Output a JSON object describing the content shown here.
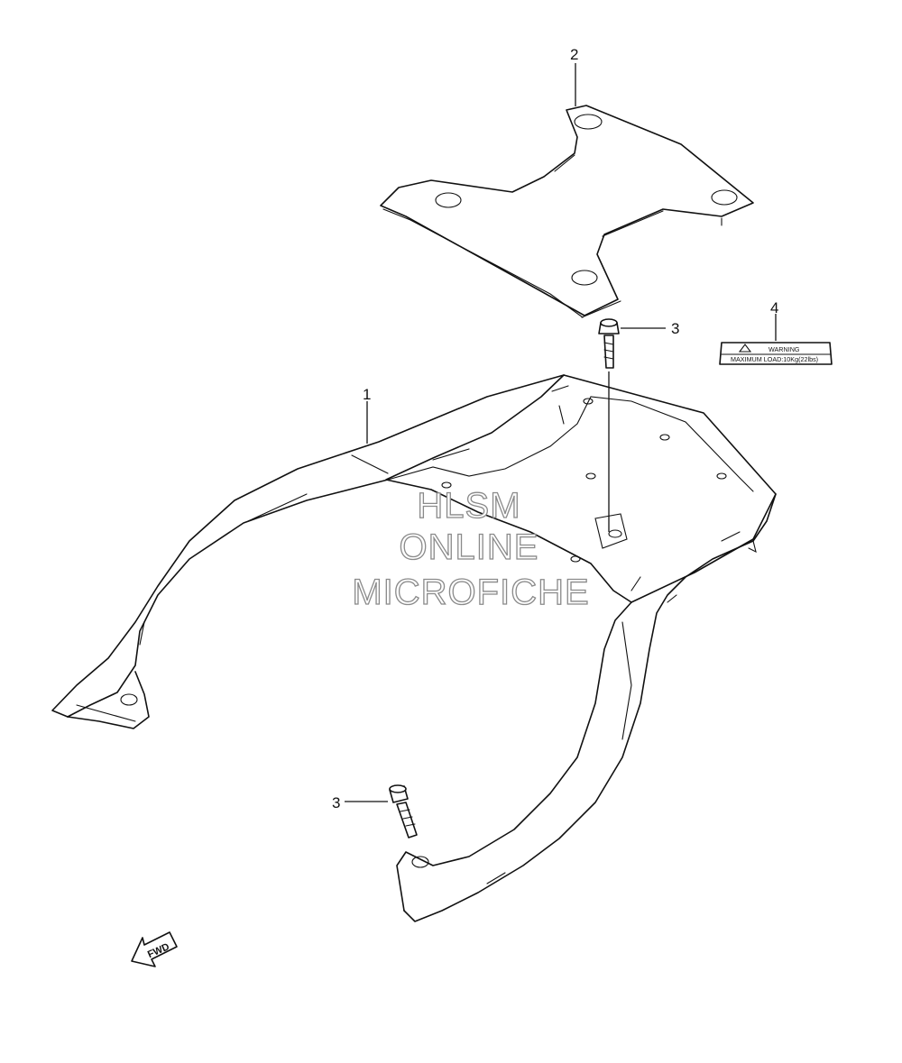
{
  "callouts": [
    {
      "id": "1",
      "label": "1"
    },
    {
      "id": "2",
      "label": "2"
    },
    {
      "id": "3",
      "label": "3"
    },
    {
      "id": "3b",
      "label": "3"
    },
    {
      "id": "4",
      "label": "4"
    }
  ],
  "warning_label": {
    "heading": "WARNING",
    "text": "MAXIMUM LOAD:10Kg(22lbs)"
  },
  "watermark": {
    "line1": "HLSM",
    "line2": "ONLINE",
    "line3": "MICROFICHE"
  },
  "direction_arrow": {
    "label": "FWD"
  }
}
